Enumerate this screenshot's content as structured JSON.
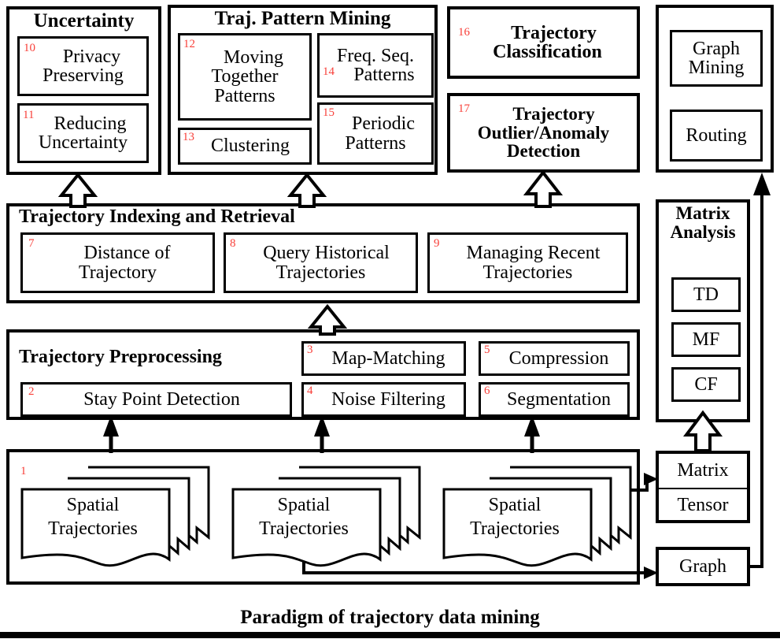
{
  "caption": "Paradigm of trajectory data mining",
  "colors": {
    "accent_number": "#f8403a",
    "stroke": "#000000",
    "background": "#ffffff"
  },
  "groups": {
    "uncertainty": {
      "title": "Uncertainty",
      "items": [
        {
          "num": "10",
          "label": "Privacy\nPreserving",
          "line1": "Privacy",
          "line2": "Preserving"
        },
        {
          "num": "11",
          "label": "Reducing\nUncertainty",
          "line1": "Reducing",
          "line2": "Uncertainty"
        }
      ]
    },
    "pattern_mining": {
      "title": "Traj. Pattern Mining",
      "items": [
        {
          "num": "12",
          "line1": "Moving",
          "line2": "Together",
          "line3": "Patterns"
        },
        {
          "num": "13",
          "line1": "Clustering"
        },
        {
          "num": "14",
          "line1": "Freq. Seq.",
          "line2": "Patterns"
        },
        {
          "num": "15",
          "line1": "Periodic",
          "line2": "Patterns"
        }
      ]
    },
    "classification": {
      "num": "16",
      "line1": "Trajectory",
      "line2": "Classification"
    },
    "outlier": {
      "num": "17",
      "line1": "Trajectory",
      "line2": "Outlier/Anomaly",
      "line3": "Detection"
    },
    "graph_column": {
      "items": [
        {
          "line1": "Graph",
          "line2": "Mining"
        },
        {
          "line1": "Routing"
        }
      ]
    },
    "indexing": {
      "title": "Trajectory Indexing and Retrieval",
      "items": [
        {
          "num": "7",
          "line1": "Distance of",
          "line2": "Trajectory"
        },
        {
          "num": "8",
          "line1": "Query Historical",
          "line2": "Trajectories"
        },
        {
          "num": "9",
          "line1": "Managing Recent",
          "line2": "Trajectories"
        }
      ]
    },
    "preprocessing": {
      "title": "Trajectory Preprocessing",
      "items": [
        {
          "num": "2",
          "label": "Stay Point Detection"
        },
        {
          "num": "3",
          "label": "Map-Matching"
        },
        {
          "num": "4",
          "label": "Noise Filtering"
        },
        {
          "num": "5",
          "label": "Compression"
        },
        {
          "num": "6",
          "label": "Segmentation"
        }
      ]
    },
    "data_sources": {
      "num": "1",
      "stacks": [
        {
          "line1": "Spatial",
          "line2": "Trajectories"
        },
        {
          "line1": "Spatial",
          "line2": "Trajectories"
        },
        {
          "line1": "Spatial",
          "line2": "Trajectories"
        }
      ]
    },
    "matrix_analysis": {
      "title_line1": "Matrix",
      "title_line2": "Analysis",
      "items": [
        {
          "label": "TD"
        },
        {
          "label": "MF"
        },
        {
          "label": "CF"
        }
      ]
    },
    "structures": {
      "matrix": "Matrix",
      "tensor": "Tensor",
      "graph": "Graph"
    }
  }
}
